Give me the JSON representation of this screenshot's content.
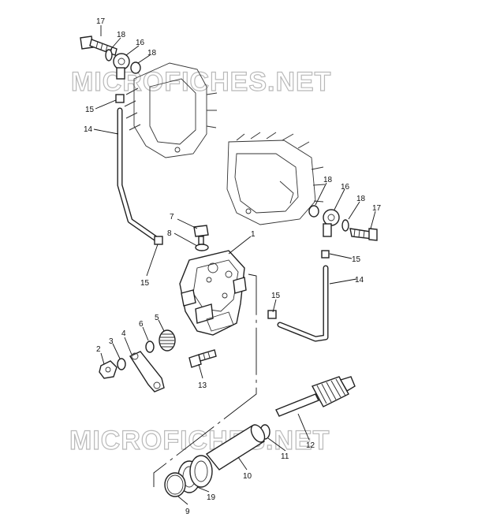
{
  "watermark": {
    "text": "MICROFICHES.NET"
  },
  "callouts": [
    {
      "id": "c17a",
      "label": "17"
    },
    {
      "id": "c18a",
      "label": "18"
    },
    {
      "id": "c16a",
      "label": "16"
    },
    {
      "id": "c18b",
      "label": "18"
    },
    {
      "id": "c15a",
      "label": "15"
    },
    {
      "id": "c14a",
      "label": "14"
    },
    {
      "id": "c18c",
      "label": "18"
    },
    {
      "id": "c16b",
      "label": "16"
    },
    {
      "id": "c18d",
      "label": "18"
    },
    {
      "id": "c17b",
      "label": "17"
    },
    {
      "id": "c15b",
      "label": "15"
    },
    {
      "id": "c14b",
      "label": "14"
    },
    {
      "id": "c7",
      "label": "7"
    },
    {
      "id": "c8",
      "label": "8"
    },
    {
      "id": "c1",
      "label": "1"
    },
    {
      "id": "c15c",
      "label": "15"
    },
    {
      "id": "c15d",
      "label": "15"
    },
    {
      "id": "c6",
      "label": "6"
    },
    {
      "id": "c5",
      "label": "5"
    },
    {
      "id": "c4",
      "label": "4"
    },
    {
      "id": "c3",
      "label": "3"
    },
    {
      "id": "c2",
      "label": "2"
    },
    {
      "id": "c13",
      "label": "13"
    },
    {
      "id": "c12",
      "label": "12"
    },
    {
      "id": "c11",
      "label": "11"
    },
    {
      "id": "c10",
      "label": "10"
    },
    {
      "id": "c19",
      "label": "19"
    },
    {
      "id": "c9",
      "label": "9"
    }
  ]
}
